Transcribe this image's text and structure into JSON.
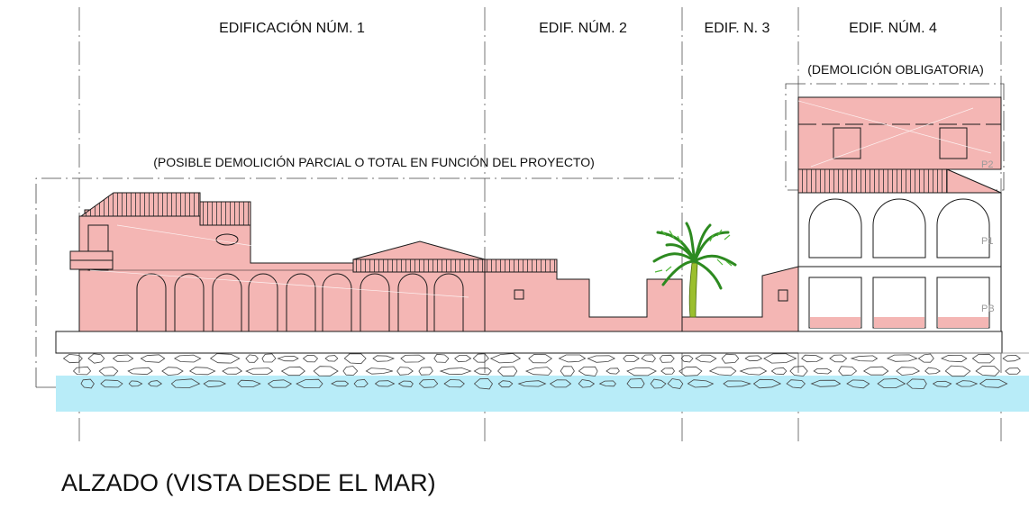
{
  "headers": {
    "edif1": "EDIFICACIÓN NÚM. 1",
    "edif2": "EDIF. NÚM. 2",
    "edif3": "EDIF. N. 3",
    "edif4": "EDIF. NÚM. 4"
  },
  "notes": {
    "partial_demolition": "(POSIBLE DEMOLICIÓN PARCIAL O TOTAL EN FUNCIÓN DEL PROYECTO)",
    "mandatory_demolition": "(DEMOLICIÓN OBLIGATORIA)"
  },
  "floors": {
    "p2": "P2",
    "p1": "P1",
    "pb": "PB"
  },
  "title": "ALZADO (VISTA DESDE EL MAR)",
  "colors": {
    "building_fill": "#f4b6b4",
    "sea": "#b8ecf8",
    "line": "#1a1a1a",
    "palm_green": "#3aa32a",
    "palm_trunk": "#9bbf2e"
  }
}
